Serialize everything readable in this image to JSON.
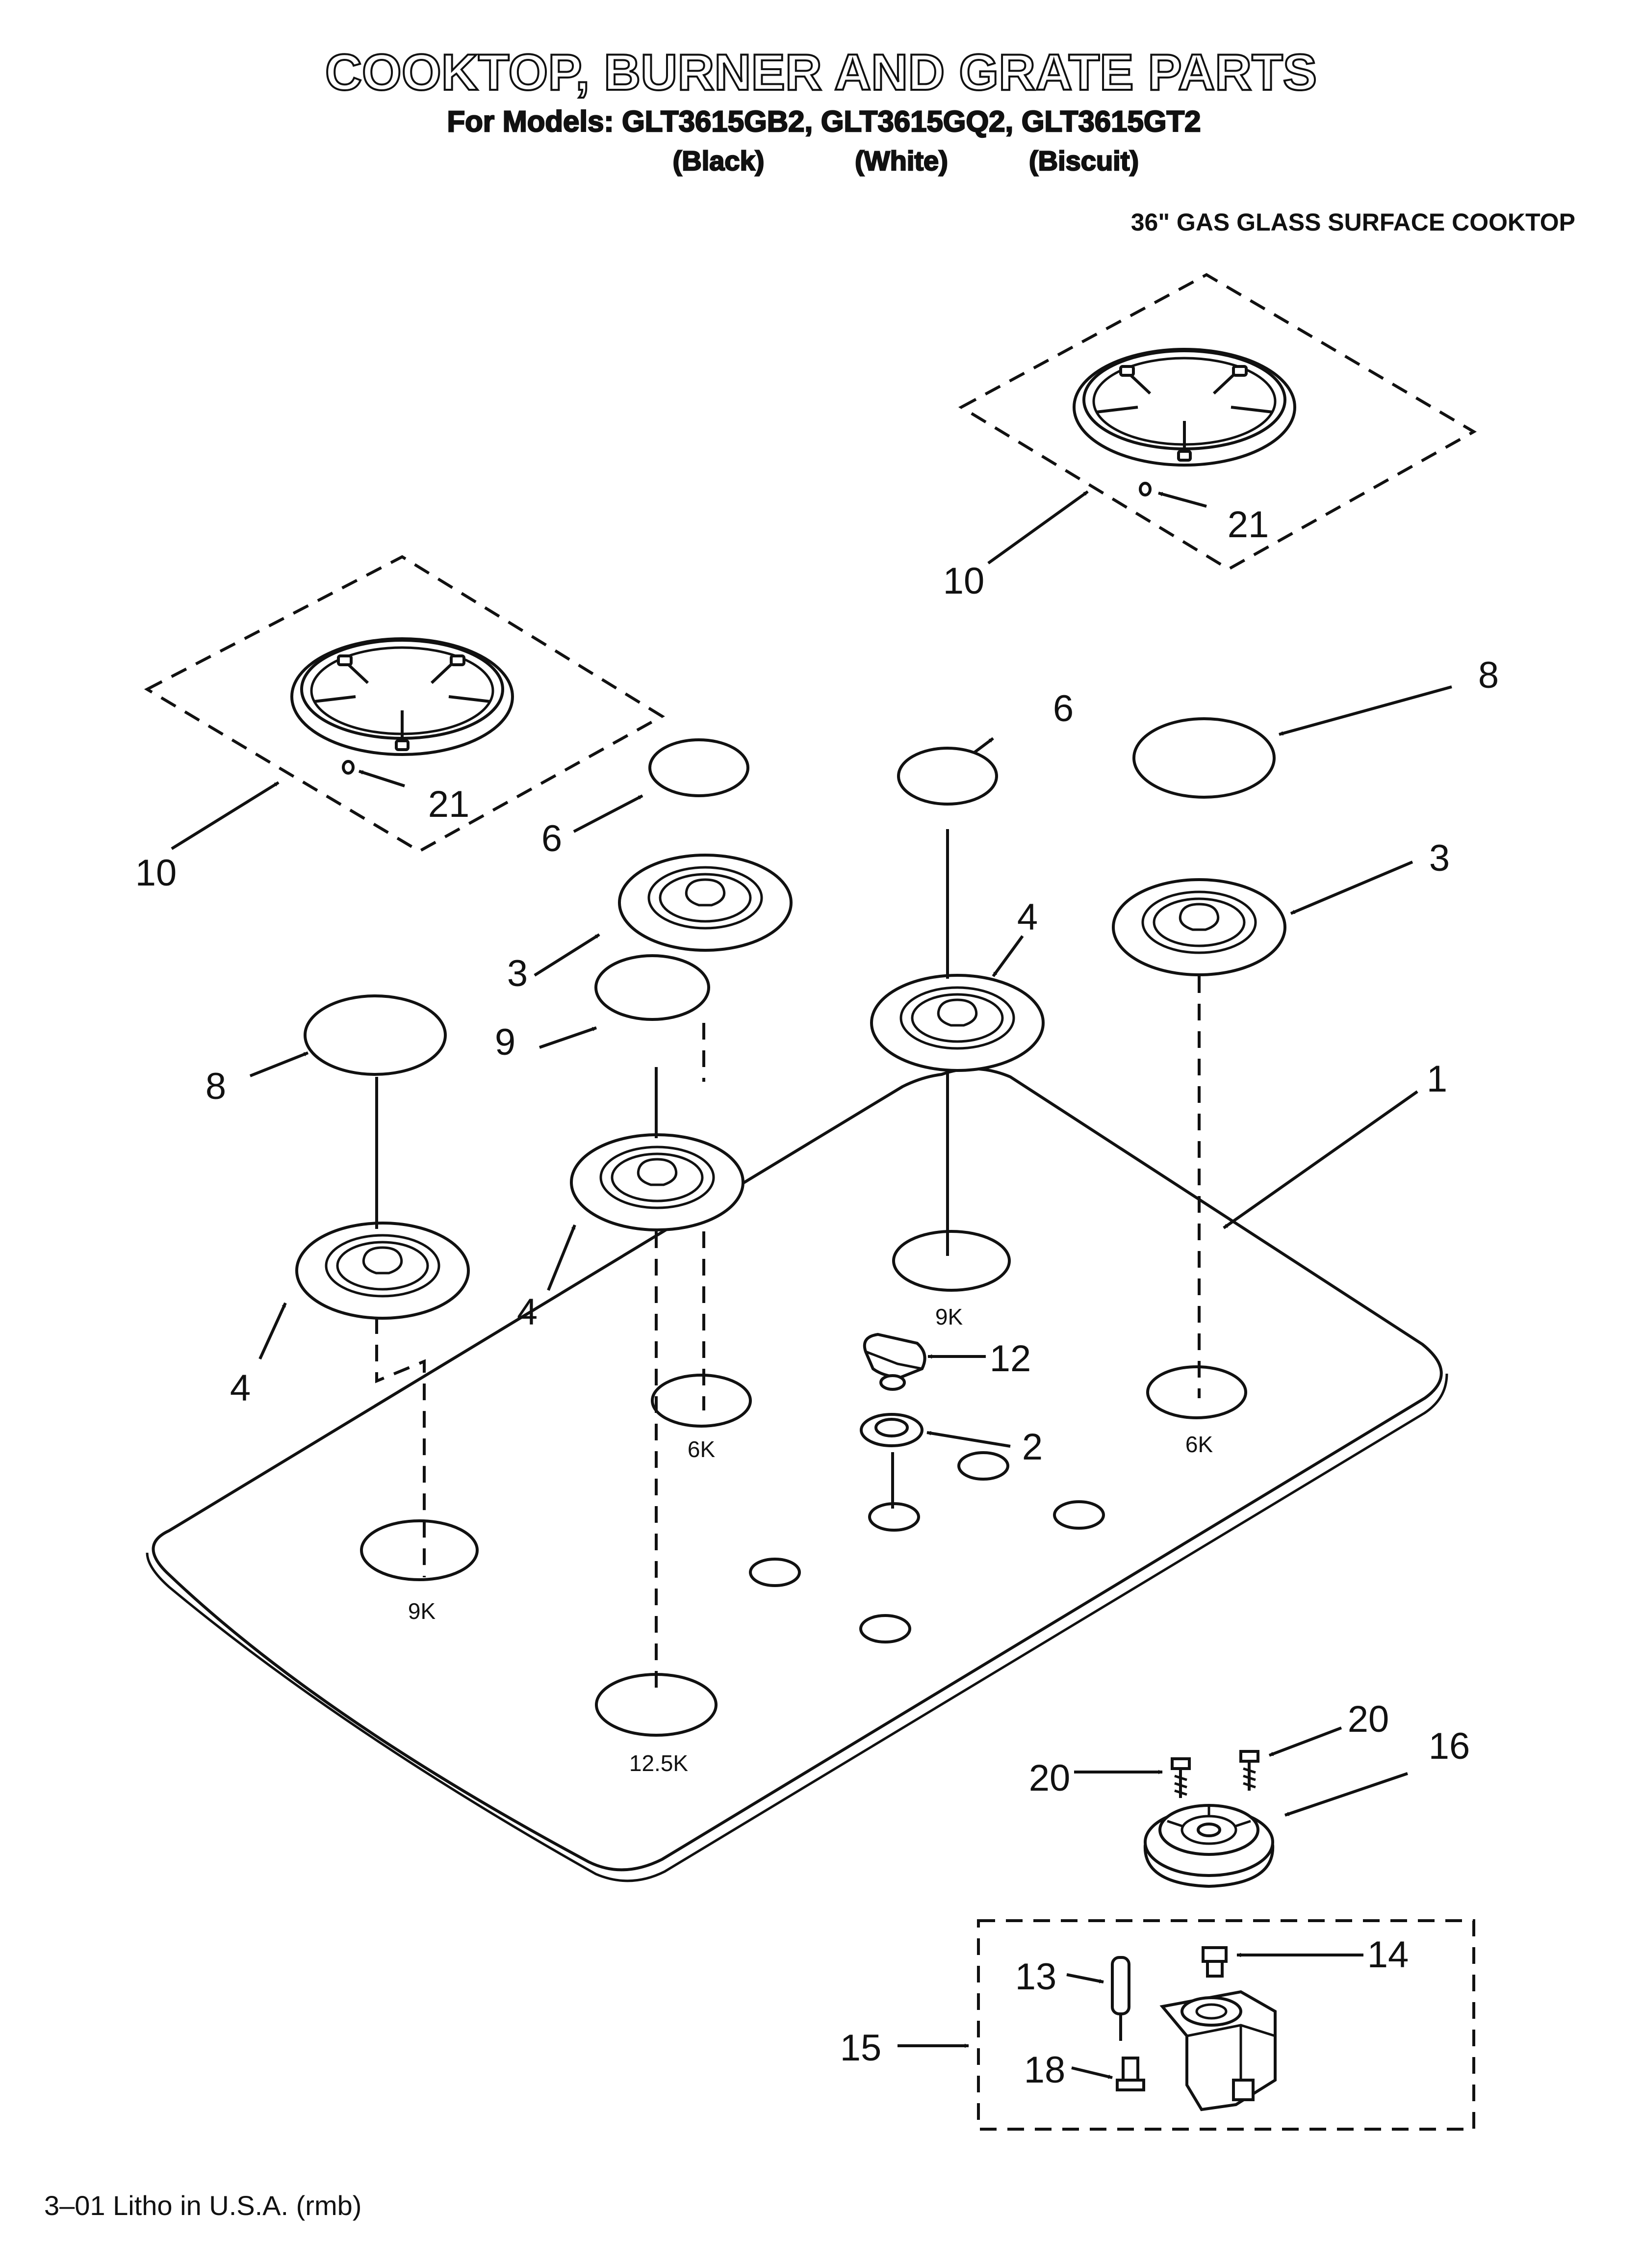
{
  "header": {
    "title": "COOKTOP, BURNER AND GRATE PARTS",
    "models_line": "For Models: GLT3615GB2, GLT3615GQ2, GLT3615GT2",
    "color_black": "(Black)",
    "color_white": "(White)",
    "color_biscuit": "(Biscuit)",
    "subtitle": "36\" GAS GLASS SURFACE COOKTOP"
  },
  "callouts": {
    "c1": "1",
    "c2": "2",
    "c3a": "3",
    "c3b": "3",
    "c4a": "4",
    "c4b": "4",
    "c4c": "4",
    "c6a": "6",
    "c6b": "6",
    "c8a": "8",
    "c8b": "8",
    "c9": "9",
    "c10a": "10",
    "c10b": "10",
    "c12": "12",
    "c13": "13",
    "c14": "14",
    "c15": "15",
    "c16": "16",
    "c18": "18",
    "c20a": "20",
    "c20b": "20",
    "c21a": "21",
    "c21b": "21"
  },
  "ratings": {
    "r_rear_center": "9K",
    "r_left_front": "9K",
    "r_center_mid": "6K",
    "r_right": "6K",
    "r_center_front": "12.5K"
  },
  "footer": {
    "litho": "3–01 Litho in U.S.A. (rmb)"
  }
}
